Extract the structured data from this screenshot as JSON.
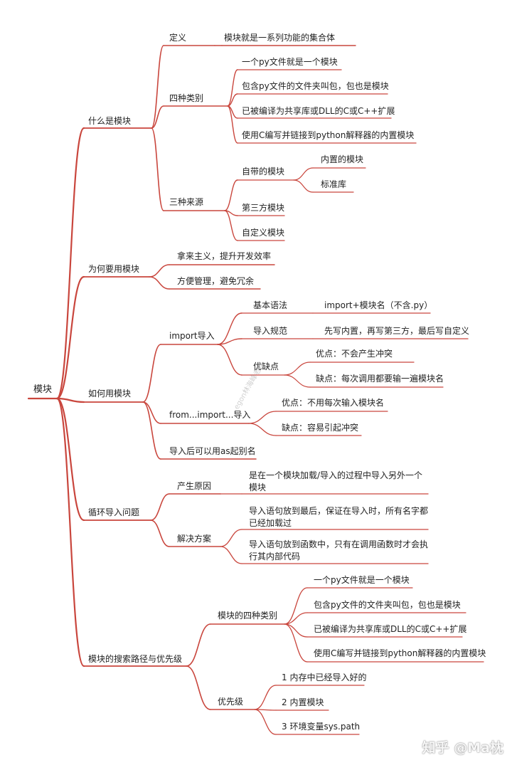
{
  "diagram": {
    "root": "模块",
    "what": {
      "label": "什么是模块",
      "definition": {
        "label": "定义",
        "value": "模块就是一系列功能的集合体"
      },
      "four_kinds": {
        "label": "四种类别",
        "items": [
          "一个py文件就是一个模块",
          "包含py文件的文件夹叫包，包也是模块",
          "已被编译为共享库或DLL的C或C++扩展",
          "使用C编写并链接到python解释器的内置模块"
        ]
      },
      "three_sources": {
        "label": "三种来源",
        "builtin": {
          "label": "自带的模块",
          "items": [
            "内置的模块",
            "标准库"
          ]
        },
        "third_party": "第三方模块",
        "custom": "自定义模块"
      }
    },
    "why": {
      "label": "为何要用模块",
      "items": [
        "拿来主义，提升开发效率",
        "方便管理，避免冗余"
      ]
    },
    "how": {
      "label": "如何用模块",
      "import": {
        "label": "import导入",
        "syntax": {
          "label": "基本语法",
          "value": "import+模块名（不含.py）"
        },
        "norm": {
          "label": "导入规范",
          "value": "先写内置，再写第三方，最后写自定义"
        },
        "proscons": {
          "label": "优缺点",
          "pro": "优点：不会产生冲突",
          "con": "缺点：每次调用都要输一遍模块名"
        }
      },
      "from_import": {
        "label": "from...import...导入",
        "pro": "优点：不用每次输入模块名",
        "con": "缺点：容易引起冲突"
      },
      "alias": "导入后可以用as起别名"
    },
    "circular": {
      "label": "循环导入问题",
      "cause": {
        "label": "产生原因",
        "value": "是在一个模块加载/导入的过程中导入另外一个模块"
      },
      "solution": {
        "label": "解决方案",
        "items": [
          "导入语句放到最后，保证在导入时，所有名字都已经加载过",
          "导入语句放到函数中，只有在调用函数时才会执行其内部代码"
        ]
      }
    },
    "search": {
      "label": "模块的搜索路径与优先级",
      "four_kinds": {
        "label": "模块的四种类别",
        "items": [
          "一个py文件就是一个模块",
          "包含py文件的文件夹叫包，包也是模块",
          "已被编译为共享库或DLL的C或C++扩展",
          "使用C编写并链接到python解释器的内置模块"
        ]
      },
      "priority": {
        "label": "优先级",
        "items": [
          "1 内存中已经导入好的",
          "2 内置模块",
          "3 环境变量sys.path"
        ]
      }
    }
  },
  "watermark": "egon林海峰老师",
  "zhihu": "知乎 @Ma枕",
  "colors": {
    "line": "#c9463d",
    "text": "#222222",
    "background": "#ffffff"
  }
}
